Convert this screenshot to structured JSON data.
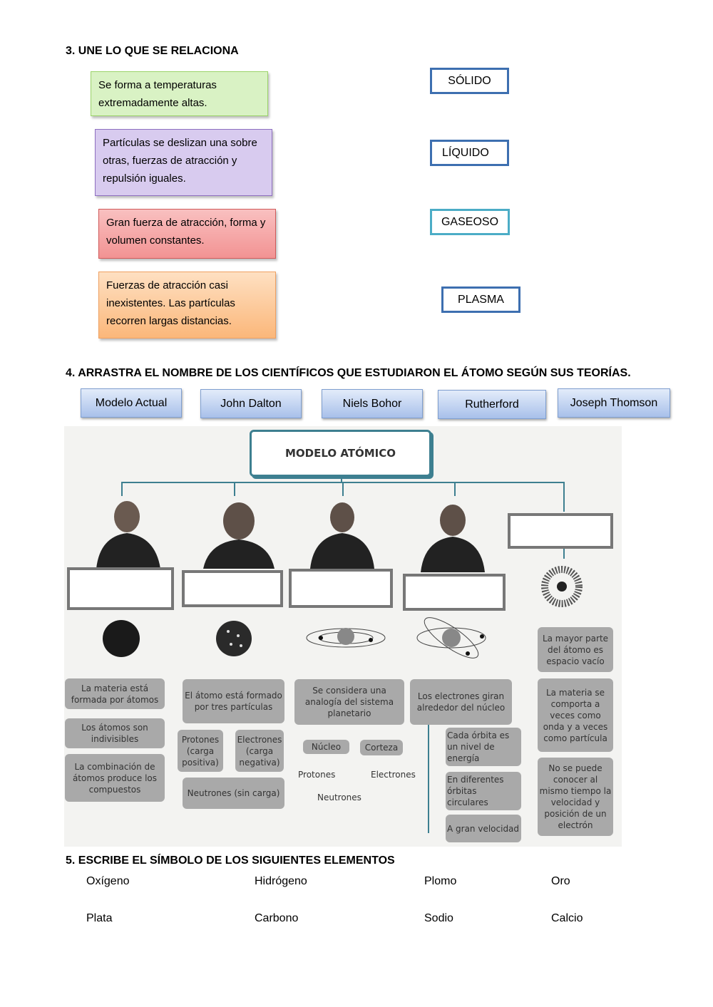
{
  "q3": {
    "heading": "3.   UNE LO QUE SE RELACIONA",
    "descriptions": [
      "Se forma a temperaturas extremadamente altas.",
      "Partículas se deslizan una sobre otras, fuerzas de atracción y repulsión iguales.",
      "Gran fuerza de atracción, forma y volumen constantes.",
      "Fuerzas de atracción casi inexistentes. Las partículas recorren largas distancias."
    ],
    "states": [
      "SÓLIDO",
      "LÍQUIDO",
      "GASEOSO",
      "PLASMA"
    ]
  },
  "q4": {
    "heading": "4.   ARRASTRA EL NOMBRE DE LOS CIENTÍFICOS  QUE ESTUDIARON EL ÁTOMO SEGÚN SUS TEORÍAS.",
    "chips": [
      "Modelo Actual",
      "John Dalton",
      "Niels Bohor",
      "Rutherford",
      "Joseph Thomson"
    ],
    "diagram": {
      "title": "MODELO ATÓMICO",
      "col1": [
        "La materia está formada por átomos",
        "Los átomos son indivisibles",
        "La combinación de átomos produce los compuestos"
      ],
      "col2": [
        "El átomo está formado por tres partículas",
        "Protones (carga positiva)",
        "Electrones (carga negativa)",
        "Neutrones (sin carga)"
      ],
      "col3": [
        "Se considera una analogía del sistema planetario",
        "Núcleo",
        "Corteza",
        "Protones",
        "Neutrones",
        "Electrones"
      ],
      "col4": [
        "Los electrones giran alrededor del núcleo",
        "Cada órbita es un nivel de energía",
        "En diferentes órbitas circulares",
        "A gran velocidad"
      ],
      "col5": [
        "La mayor parte del átomo es espacio vacío",
        "La materia se comporta a veces como onda y a veces como partícula",
        "No se puede conocer al mismo tiempo la velocidad y posición de un electrón"
      ]
    }
  },
  "q5": {
    "heading": "5.   ESCRIBE EL SÍMBOLO DE LOS SIGUIENTES ELEMENTOS",
    "elements": [
      "Oxígeno",
      "Hidrógeno",
      "Plomo",
      "Oro",
      "Plata",
      "Carbono",
      "Sodio",
      "Calcio"
    ]
  }
}
